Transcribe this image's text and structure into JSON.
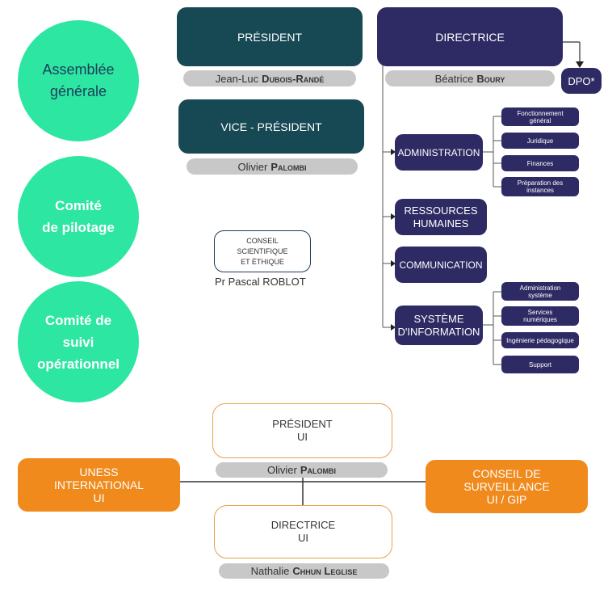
{
  "left_circles": {
    "assemblee": "Assemblée\ngénérale",
    "comite_pilotage": "Comité\nde pilotage",
    "comite_suivi": "Comité de\nsuivi\nopérationnel"
  },
  "president": {
    "title": "PRÉSIDENT",
    "name_first": "Jean-Luc",
    "name_last": "Dubois-Randé"
  },
  "vice_president": {
    "title": "VICE - PRÉSIDENT",
    "name_first": "Olivier",
    "name_last": "Palombi"
  },
  "conseil": {
    "label": "CONSEIL\nSCIENTIFIQUE\nET ÉTHIQUE",
    "chair": "Pr Pascal ROBLOT"
  },
  "directrice": {
    "title": "DIRECTRICE",
    "name_first": "Béatrice",
    "name_last": "Boury",
    "dpo": "DPO*"
  },
  "departments": {
    "administration": {
      "label": "ADMINISTRATION",
      "subs": [
        "Fonctionnement\ngénéral",
        "Juridique",
        "Finances",
        "Préparation des\ninstances"
      ]
    },
    "rh": {
      "label": "RESSOURCES\nHUMAINES"
    },
    "communication": {
      "label": "COMMUNICATION"
    },
    "si": {
      "label": "SYSTÈME\nD'INFORMATION",
      "subs": [
        "Administration\nsystème",
        "Services\nnumériques",
        "Ingénierie pédagogique",
        "Support"
      ]
    }
  },
  "ui": {
    "president": {
      "title": "PRÉSIDENT\nUI",
      "name_first": "Olivier",
      "name_last": "Palombi"
    },
    "directrice": {
      "title": "DIRECTRICE\nUI",
      "name_first": "Nathalie",
      "name_last": "Chhun Leglise"
    },
    "international": "UNESS\nINTERNATIONAL\nUI",
    "surveillance": "CONSEIL DE\nSURVEILLANCE\nUI / GIP"
  },
  "colors": {
    "mint": "#2ce6a2",
    "teal": "#164954",
    "navy": "#2e2a63",
    "orange": "#f08a1c",
    "grey_pill": "#c8c8c8"
  }
}
